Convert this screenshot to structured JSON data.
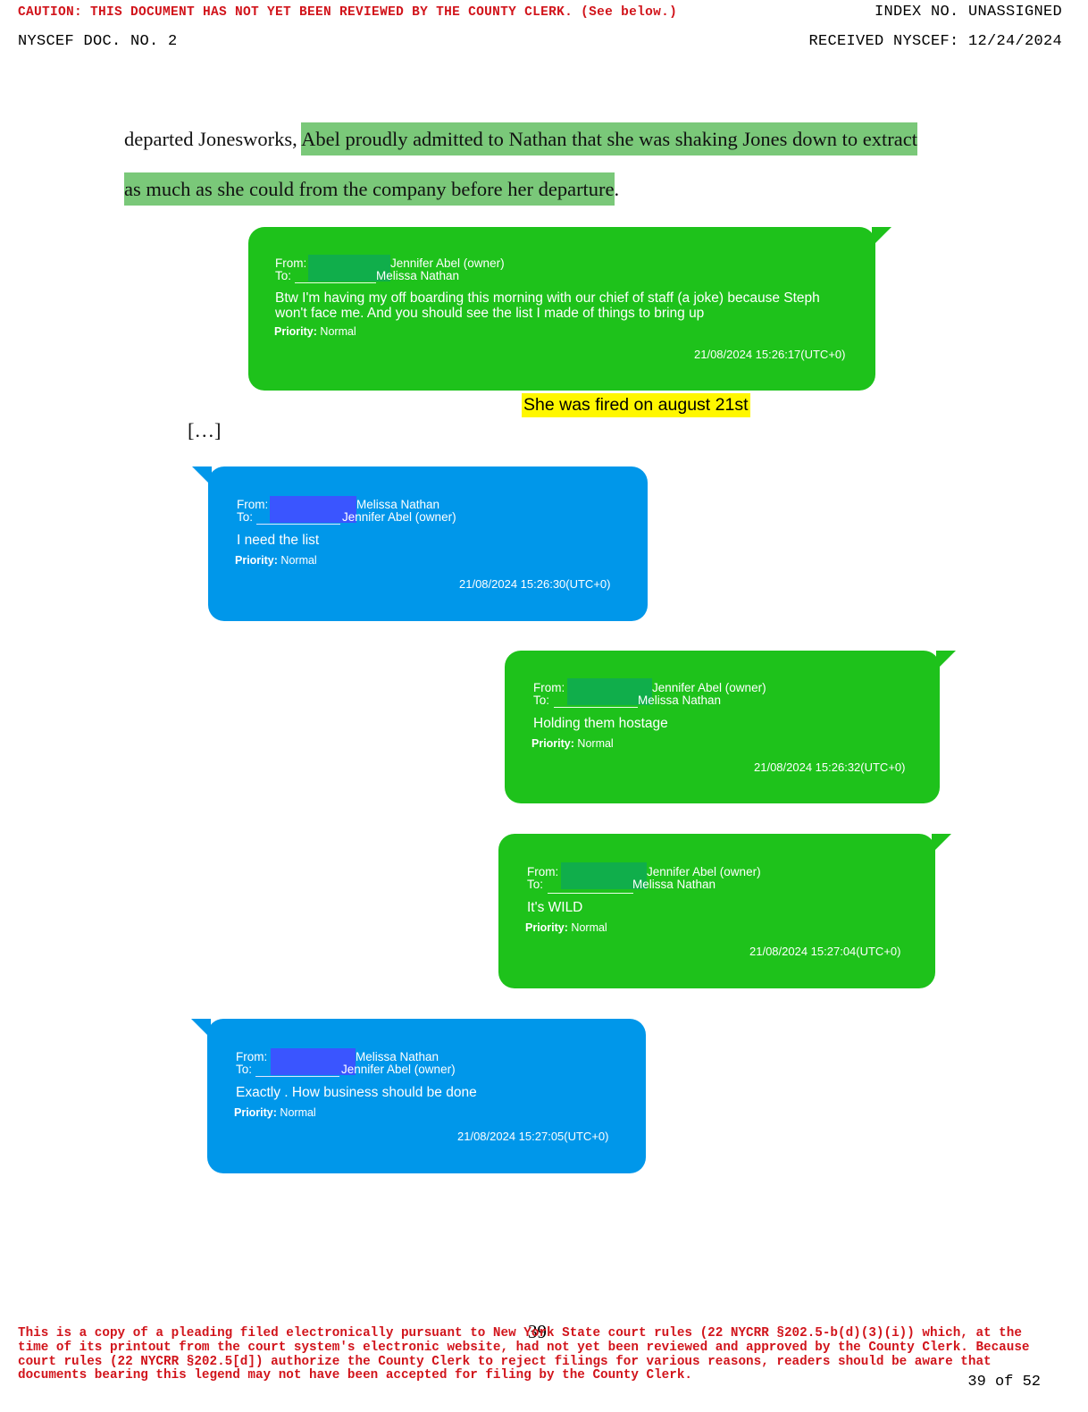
{
  "header": {
    "caution": "CAUTION: THIS DOCUMENT HAS NOT YET BEEN REVIEWED BY THE COUNTY CLERK. (See below.)",
    "index_no": "INDEX NO. UNASSIGNED",
    "doc_no": "NYSCEF DOC. NO. 2",
    "received": "RECEIVED NYSCEF: 12/24/2024"
  },
  "body": {
    "line1_plain": "departed Jonesworks, ",
    "line1_highlight": "Abel proudly admitted to Nathan that she was shaking Jones down to extract",
    "line2_highlight": "as much as she could from the company before her departure",
    "line2_end": ".",
    "ellipsis": "[…]"
  },
  "annotation": "She was fired on august 21st",
  "messages": [
    {
      "from_label": "From:",
      "from_name": "Jennifer Abel (owner)",
      "to_label": "To:",
      "to_name": "Melissa Nathan",
      "text_line1": "Btw I'm having my off boarding this morning with our chief of staff (a joke) because Steph",
      "text_line2": "won't face me.  And you should see the list I made of things to bring up",
      "priority_label": "Priority:",
      "priority_value": "Normal",
      "timestamp": "21/08/2024 15:26:17(UTC+0)",
      "color": "#1ec21b"
    },
    {
      "from_label": "From:",
      "from_name": "Melissa Nathan",
      "to_label": "To:",
      "to_name": "Jennifer Abel (owner)",
      "text_line1": "I need the list",
      "priority_label": "Priority:",
      "priority_value": "Normal",
      "timestamp": "21/08/2024 15:26:30(UTC+0)",
      "color": "#0097ea"
    },
    {
      "from_label": "From:",
      "from_name": "Jennifer Abel (owner)",
      "to_label": "To:",
      "to_name": "Melissa Nathan",
      "text_line1": "Holding them hostage",
      "priority_label": "Priority:",
      "priority_value": "Normal",
      "timestamp": "21/08/2024 15:26:32(UTC+0)",
      "color": "#1ec21b"
    },
    {
      "from_label": "From:",
      "from_name": "Jennifer Abel (owner)",
      "to_label": "To:",
      "to_name": "Melissa Nathan",
      "text_line1": "It's WILD",
      "priority_label": "Priority:",
      "priority_value": "Normal",
      "timestamp": "21/08/2024 15:27:04(UTC+0)",
      "color": "#1ec21b"
    },
    {
      "from_label": "From:",
      "from_name": "Melissa Nathan",
      "to_label": "To:",
      "to_name": "Jennifer Abel (owner)",
      "text_line1": "Exactly . How business should be done",
      "priority_label": "Priority:",
      "priority_value": "Normal",
      "timestamp": "21/08/2024 15:27:05(UTC+0)",
      "color": "#0097ea"
    }
  ],
  "footer": {
    "legend": "This is a copy of a pleading filed electronically pursuant to New York State court rules (22 NYCRR §202.5-b(d)(3)(i)) which, at the time of its printout from the court system's electronic website, had not yet been reviewed and approved by the County Clerk. Because court rules (22 NYCRR §202.5[d]) authorize the County Clerk to reject filings for various reasons, readers should be aware that documents bearing this legend may not have been accepted for filing by the County Clerk.",
    "page_number": "39",
    "page_count": "39 of 52"
  }
}
